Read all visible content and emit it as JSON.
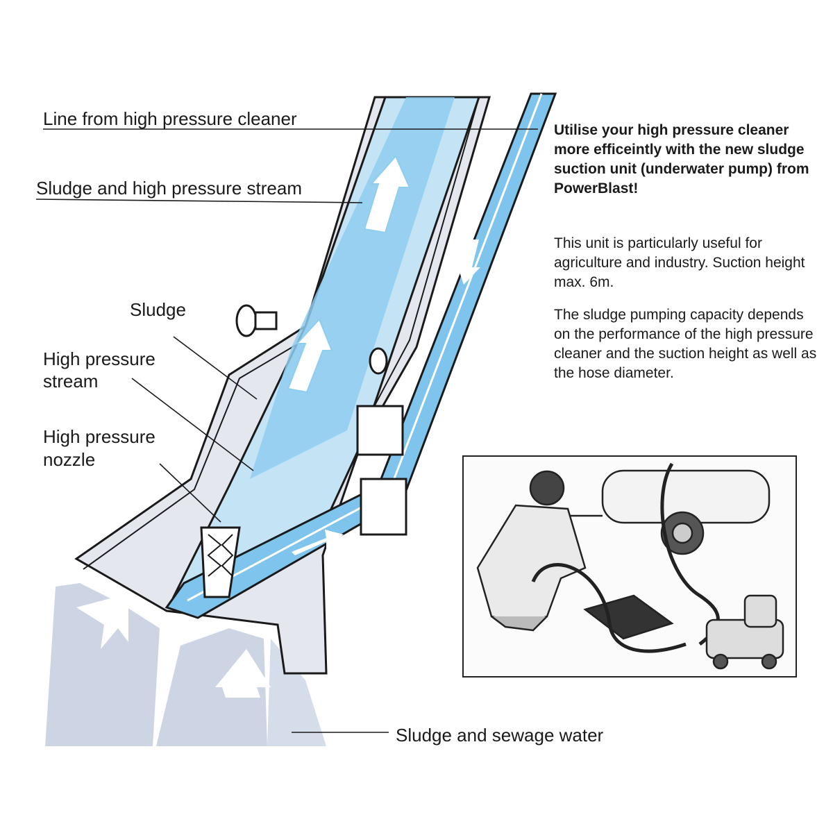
{
  "labels": {
    "line_from_cleaner": "Line from high pressure cleaner",
    "sludge_and_stream": "Sludge and high pressure stream",
    "sludge": "Sludge",
    "hp_stream": [
      "High pressure",
      "stream"
    ],
    "hp_nozzle": [
      "High pressure",
      "nozzle"
    ],
    "sludge_sewage": "Sludge and sewage water"
  },
  "info": {
    "headline": "Utilise your high pressure cleaner more efficeintly with the new sludge suction unit (underwater pump) from PowerBlast!",
    "paragraph_1": "This unit is particularly useful for agriculture and industry. Suction height max. 6m.",
    "paragraph_2": "The sludge pumping capacity depends on the performance of the high pressure cleaner and the suction height as well as the hose diameter."
  },
  "colors": {
    "water_blue": "#7ec4ec",
    "light_blue": "#c4e4f6",
    "sludge_grey": "#c9d3e3",
    "line": "#1a1a1a"
  },
  "icons": [
    "flow-arrow-up-icon",
    "flow-arrow-down-icon",
    "suction-arrow-icon"
  ],
  "illustration": "worker-with-pump-photo"
}
